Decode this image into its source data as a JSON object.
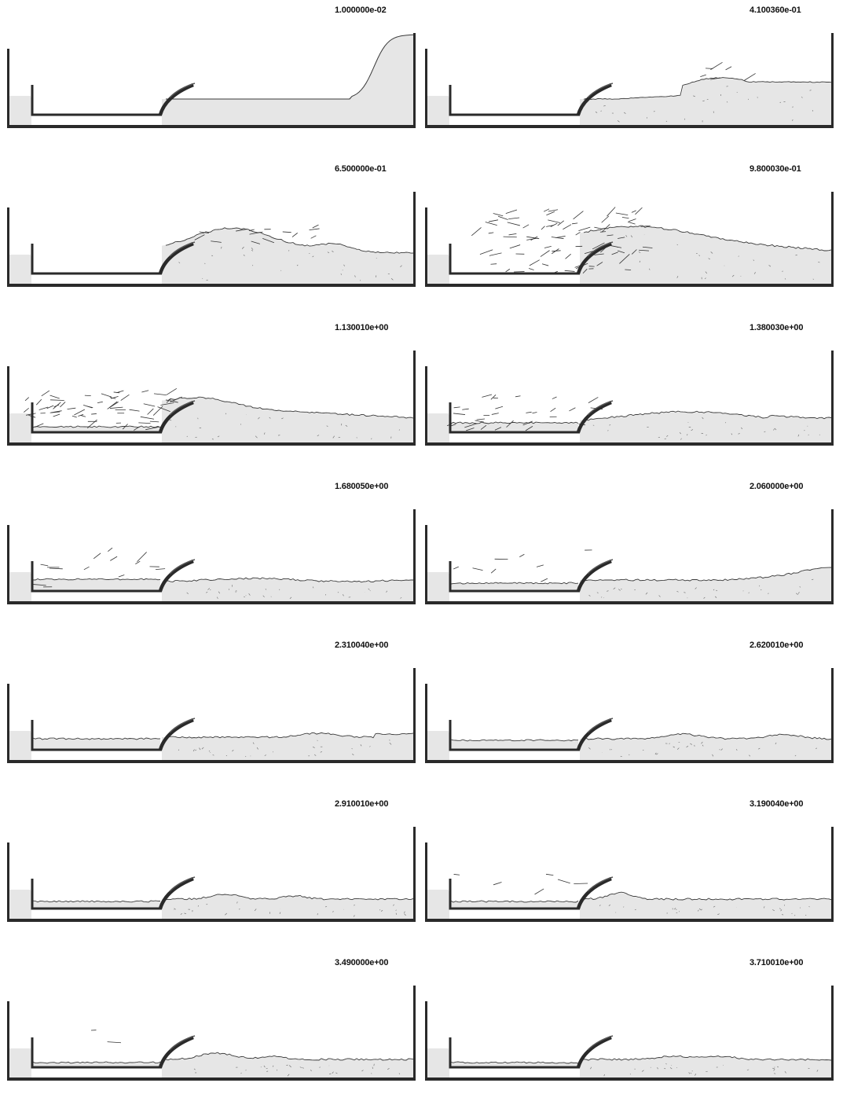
{
  "frames": [
    {
      "time_label": "1.000000e-02",
      "phase": "initial"
    },
    {
      "time_label": "4.100360e-01",
      "phase": "breaking"
    },
    {
      "time_label": "6.500000e-01",
      "phase": "overtopping"
    },
    {
      "time_label": "9.800030e-01",
      "phase": "spray"
    },
    {
      "time_label": "1.130010e+00",
      "phase": "filling"
    },
    {
      "time_label": "1.380030e+00",
      "phase": "filling"
    },
    {
      "time_label": "1.680050e+00",
      "phase": "settling"
    },
    {
      "time_label": "2.060000e+00",
      "phase": "settling"
    },
    {
      "time_label": "2.310040e+00",
      "phase": "calm"
    },
    {
      "time_label": "2.620010e+00",
      "phase": "calm"
    },
    {
      "time_label": "2.910010e+00",
      "phase": "calm"
    },
    {
      "time_label": "3.190040e+00",
      "phase": "calm"
    },
    {
      "time_label": "3.490000e+00",
      "phase": "calm"
    },
    {
      "time_label": "3.710010e+00",
      "phase": "calm"
    }
  ],
  "colors": {
    "fluid": "#e6e6e6",
    "wall": "#2a2a2a",
    "surface": "#3a3a3a",
    "text": "#111111"
  }
}
